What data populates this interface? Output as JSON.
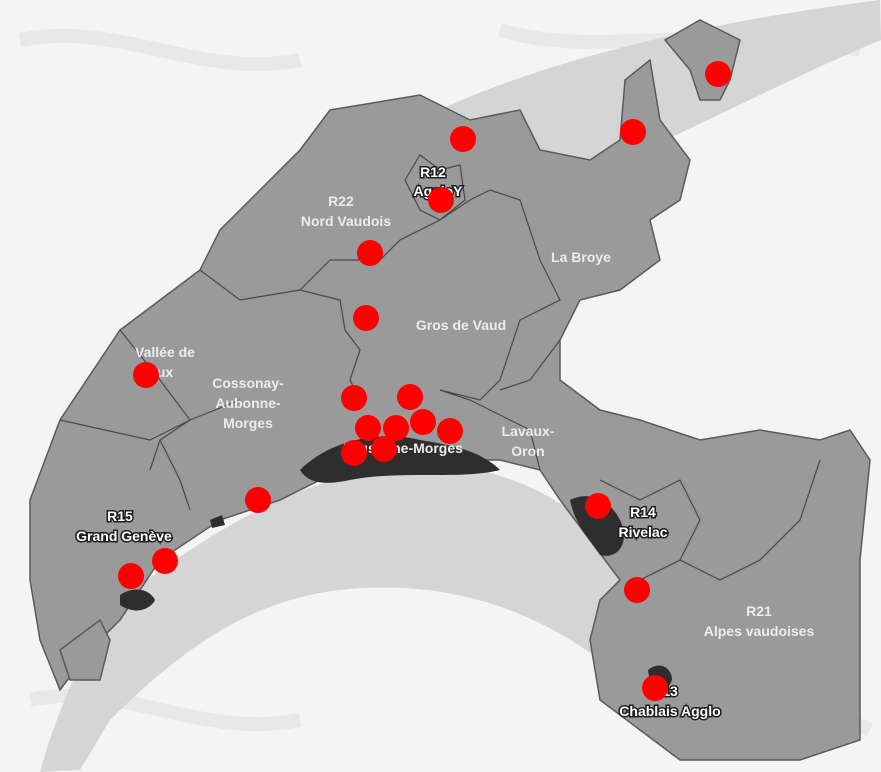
{
  "map": {
    "colors": {
      "canton": "#9a9a9a",
      "border": "#4a4a4a",
      "lake": "#d5d5d5",
      "terrain": "#f4f4f4",
      "urban": "#2e2e2e",
      "marker": "#ff0000"
    },
    "labels": {
      "r12_code": "R12",
      "r12_name": "AggloY",
      "r22_code": "R22",
      "r22_name": "Nord Vaudois",
      "broye": "La Broye",
      "gros_de_vaud": "Gros de Vaud",
      "vallee_line1": "Vallée de",
      "vallee_line2": "ux",
      "cam_line1": "Cossonay-",
      "cam_line2": "Aubonne-",
      "cam_line3": "Morges",
      "lausanne": "Lausanne-Morges",
      "lavaux_line1": "Lavaux-",
      "lavaux_line2": "Oron",
      "r14_code": "R14",
      "r14_name": "Rivelac",
      "r15_code": "R15",
      "r15_name": "Grand Genève",
      "r21_code": "R21",
      "r21_name": "Alpes vaudoises",
      "r13_code": "R13",
      "r13_name": "Chablais Agglo"
    },
    "marker_icon": "red-circle-marker"
  }
}
